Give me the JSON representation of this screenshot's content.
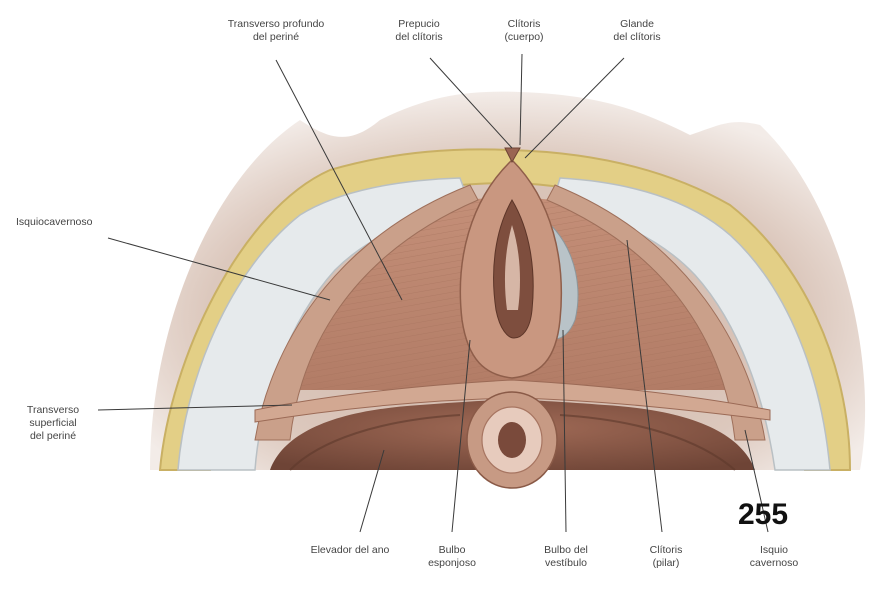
{
  "labels": {
    "transverso_profundo": [
      "Transverso profundo",
      "del periné"
    ],
    "prepucio": [
      "Prepucio",
      "del clítoris"
    ],
    "clitoris_cuerpo": [
      "Clítoris",
      "(cuerpo)"
    ],
    "glande": [
      "Glande",
      "del clítoris"
    ],
    "isquiocavernoso_left": [
      "Isquiocavernoso"
    ],
    "transverso_superficial": [
      "Transverso",
      "superficial",
      "del periné"
    ],
    "elevador_ano": [
      "Elevador del ano"
    ],
    "bulbo_esponjoso": [
      "Bulbo",
      "esponjoso"
    ],
    "bulbo_vestibulo": [
      "Bulbo del",
      "vestíbulo"
    ],
    "clitoris_pilar": [
      "Clítoris",
      "(pilar)"
    ],
    "isquiocavernoso_right": [
      "Isquio",
      "cavernoso"
    ]
  },
  "figure_number": "255",
  "colors": {
    "skin": "#d9c7bd",
    "fat": "#e6d48a",
    "fascia": "#dfe4e6",
    "muscle": "#c99780",
    "muscle_dark": "#9c6a55",
    "cavity": "#8a5a48"
  }
}
